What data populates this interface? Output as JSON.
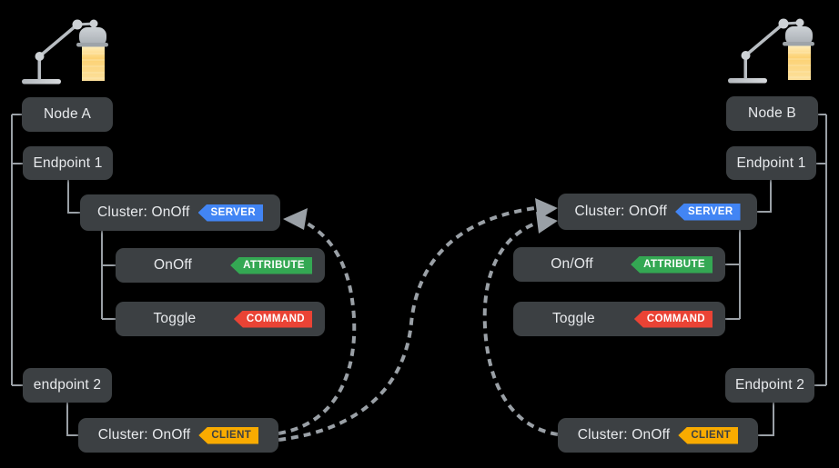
{
  "colors": {
    "background": "#000000",
    "box": "#3c4043",
    "box_text": "#e8eaed",
    "line": "#9aa0a6",
    "server": "#4285f4",
    "attribute": "#34a853",
    "command": "#ea4335",
    "client": "#f9ab00",
    "client_text": "#3c4043"
  },
  "diagram": {
    "left": {
      "icon": "desk-lamp-icon",
      "node": "Node A",
      "endpoint1": "Endpoint 1",
      "cluster_server": "Cluster: OnOff",
      "server_badge": "SERVER",
      "attribute": "OnOff",
      "attribute_badge": "ATTRIBUTE",
      "command": "Toggle",
      "command_badge": "COMMAND",
      "endpoint2": "endpoint 2",
      "cluster_client": "Cluster: OnOff",
      "client_badge": "CLIENT"
    },
    "right": {
      "icon": "desk-lamp-icon",
      "node": "Node B",
      "endpoint1": "Endpoint 1",
      "cluster_server": "Cluster: OnOff",
      "server_badge": "SERVER",
      "attribute": "On/Off",
      "attribute_badge": "ATTRIBUTE",
      "command": "Toggle",
      "command_badge": "COMMAND",
      "endpoint2": "Endpoint 2",
      "cluster_client": "Cluster: OnOff",
      "client_badge": "CLIENT"
    },
    "connections": [
      {
        "from": "node-a-cluster-client",
        "to": "node-a-cluster-server",
        "style": "dashed-arrow"
      },
      {
        "from": "node-a-cluster-client",
        "to": "node-b-cluster-server",
        "style": "dashed-arrow"
      },
      {
        "from": "node-b-cluster-client",
        "to": "node-b-cluster-server",
        "style": "dashed-arrow"
      }
    ]
  }
}
